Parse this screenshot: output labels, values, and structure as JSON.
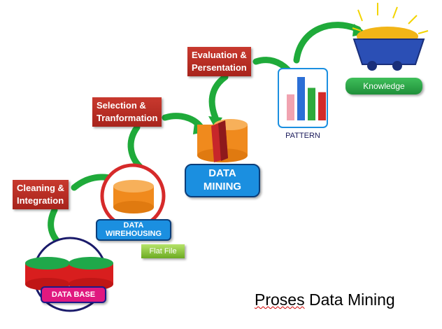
{
  "steps": {
    "cleaning": {
      "line1": "Cleaning &",
      "line2": "Integration"
    },
    "selection": {
      "line1": "Selection &",
      "line2": "Tranformation"
    },
    "evaluation": {
      "line1": "Evaluation &",
      "line2": "Persentation"
    }
  },
  "stores": {
    "database": "DATA BASE",
    "flat_file": "Flat File",
    "warehousing": {
      "line1": "DATA",
      "line2": "WIREHOUSING"
    },
    "mining": {
      "line1": "DATA",
      "line2": "MINING"
    }
  },
  "pattern": {
    "label": "PATTERN",
    "bar_colors": [
      "#f1a3b0",
      "#2b6fd6",
      "#2eaa3c",
      "#d22a2a"
    ],
    "bar_levels": [
      0.6,
      1.0,
      0.75,
      0.65
    ]
  },
  "knowledge": {
    "label": "Knowledge"
  },
  "caption": {
    "word1": "Proses",
    "rest": " Data Mining"
  },
  "colors": {
    "arrow": "#1faa3a",
    "label_red": "#b52d24",
    "cylinder_orange": "#f08a1d",
    "db_red": "#d81e1e",
    "db_green": "#1fa84a"
  }
}
